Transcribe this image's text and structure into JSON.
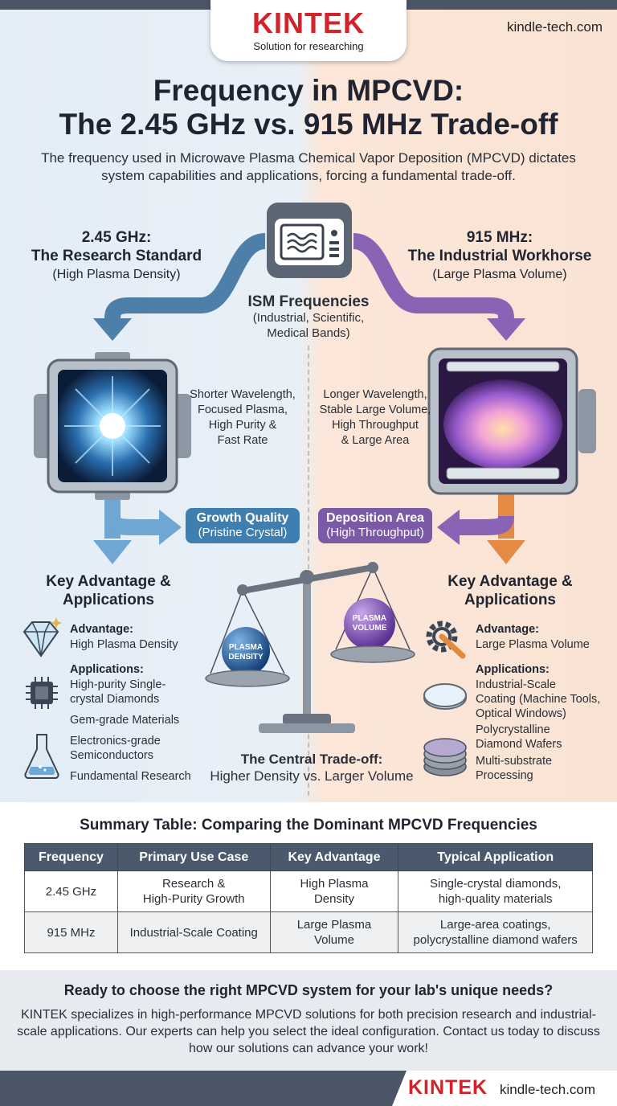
{
  "brand": {
    "logo": "KINTEK",
    "tagline": "Solution for researching",
    "site": "kindle-tech.com"
  },
  "title": {
    "line1": "Frequency in MPCVD:",
    "line2": "The 2.45 GHz vs. 915 MHz Trade-off"
  },
  "subtitle": "The frequency used in Microwave Plasma Chemical Vapor Deposition (MPCVD) dictates system capabilities and applications, forcing a fundamental trade-off.",
  "left": {
    "freq": "2.45 GHz:",
    "name": "The Research Standard",
    "note": "(High Plasma Density)",
    "desc": [
      "Shorter Wavelength,",
      "Focused Plasma,",
      "High Purity &",
      "Fast Rate"
    ],
    "pill_title": "Growth Quality",
    "pill_sub": "(Pristine Crystal)",
    "ka_title": [
      "Key Advantage &",
      "Applications"
    ],
    "advantage_label": "Advantage:",
    "advantage": "High Plasma Density",
    "applications_label": "Applications:",
    "apps": [
      "High-purity Single-",
      "crystal Diamonds",
      "Gem-grade Materials",
      "Electronics-grade",
      "Semiconductors",
      "Fundamental Research"
    ]
  },
  "right": {
    "freq": "915 MHz:",
    "name": "The Industrial Workhorse",
    "note": "(Large Plasma Volume)",
    "desc": [
      "Longer Wavelength,",
      "Stable Large Volume,",
      "High Throughput",
      "& Large Area"
    ],
    "pill_title": "Deposition Area",
    "pill_sub": "(High Throughput)",
    "ka_title": [
      "Key Advantage &",
      "Applications"
    ],
    "advantage_label": "Advantage:",
    "advantage": "Large Plasma Volume",
    "applications_label": "Applications:",
    "apps": [
      "Industrial-Scale",
      "Coating (Machine Tools,",
      "Optical Windows)",
      "Polycrystalline",
      "Diamond Wafers",
      "Multi-substrate",
      "Processing"
    ]
  },
  "ism": {
    "title": "ISM Frequencies",
    "l1": "(Industrial, Scientific,",
    "l2": "Medical Bands)"
  },
  "scale": {
    "left_ball": [
      "PLASMA",
      "DENSITY"
    ],
    "right_ball": [
      "PLASMA",
      "VOLUME"
    ]
  },
  "tradeoff": {
    "title": "The Central Trade-off:",
    "text": "Higher Density vs. Larger Volume"
  },
  "table": {
    "title": "Summary Table: Comparing the Dominant MPCVD Frequencies",
    "headers": [
      "Frequency",
      "Primary Use Case",
      "Key Advantage",
      "Typical Application"
    ],
    "rows": [
      [
        [
          "2.45 GHz"
        ],
        [
          "Research &",
          "High-Purity Growth"
        ],
        [
          "High Plasma",
          "Density"
        ],
        [
          "Single-crystal diamonds,",
          "high-quality materials"
        ]
      ],
      [
        [
          "915 MHz"
        ],
        [
          "Industrial-Scale Coating"
        ],
        [
          "Large Plasma",
          "Volume"
        ],
        [
          "Large-area coatings,",
          "polycrystalline diamond wafers"
        ]
      ]
    ]
  },
  "cta": {
    "heading": "Ready to choose the right MPCVD system for your lab's unique needs?",
    "body": "KINTEK specializes in high-performance MPCVD solutions for both precision research and industrial-scale applications. Our experts can help you select the ideal configuration. Contact us today to discuss how our solutions can advance your work!"
  },
  "colors": {
    "brand_red": "#d2232a",
    "blue_accent": "#3f6f9a",
    "purple_accent": "#7a5aa6",
    "orange_accent": "#e07b3a",
    "header_bar": "#4a5666"
  }
}
